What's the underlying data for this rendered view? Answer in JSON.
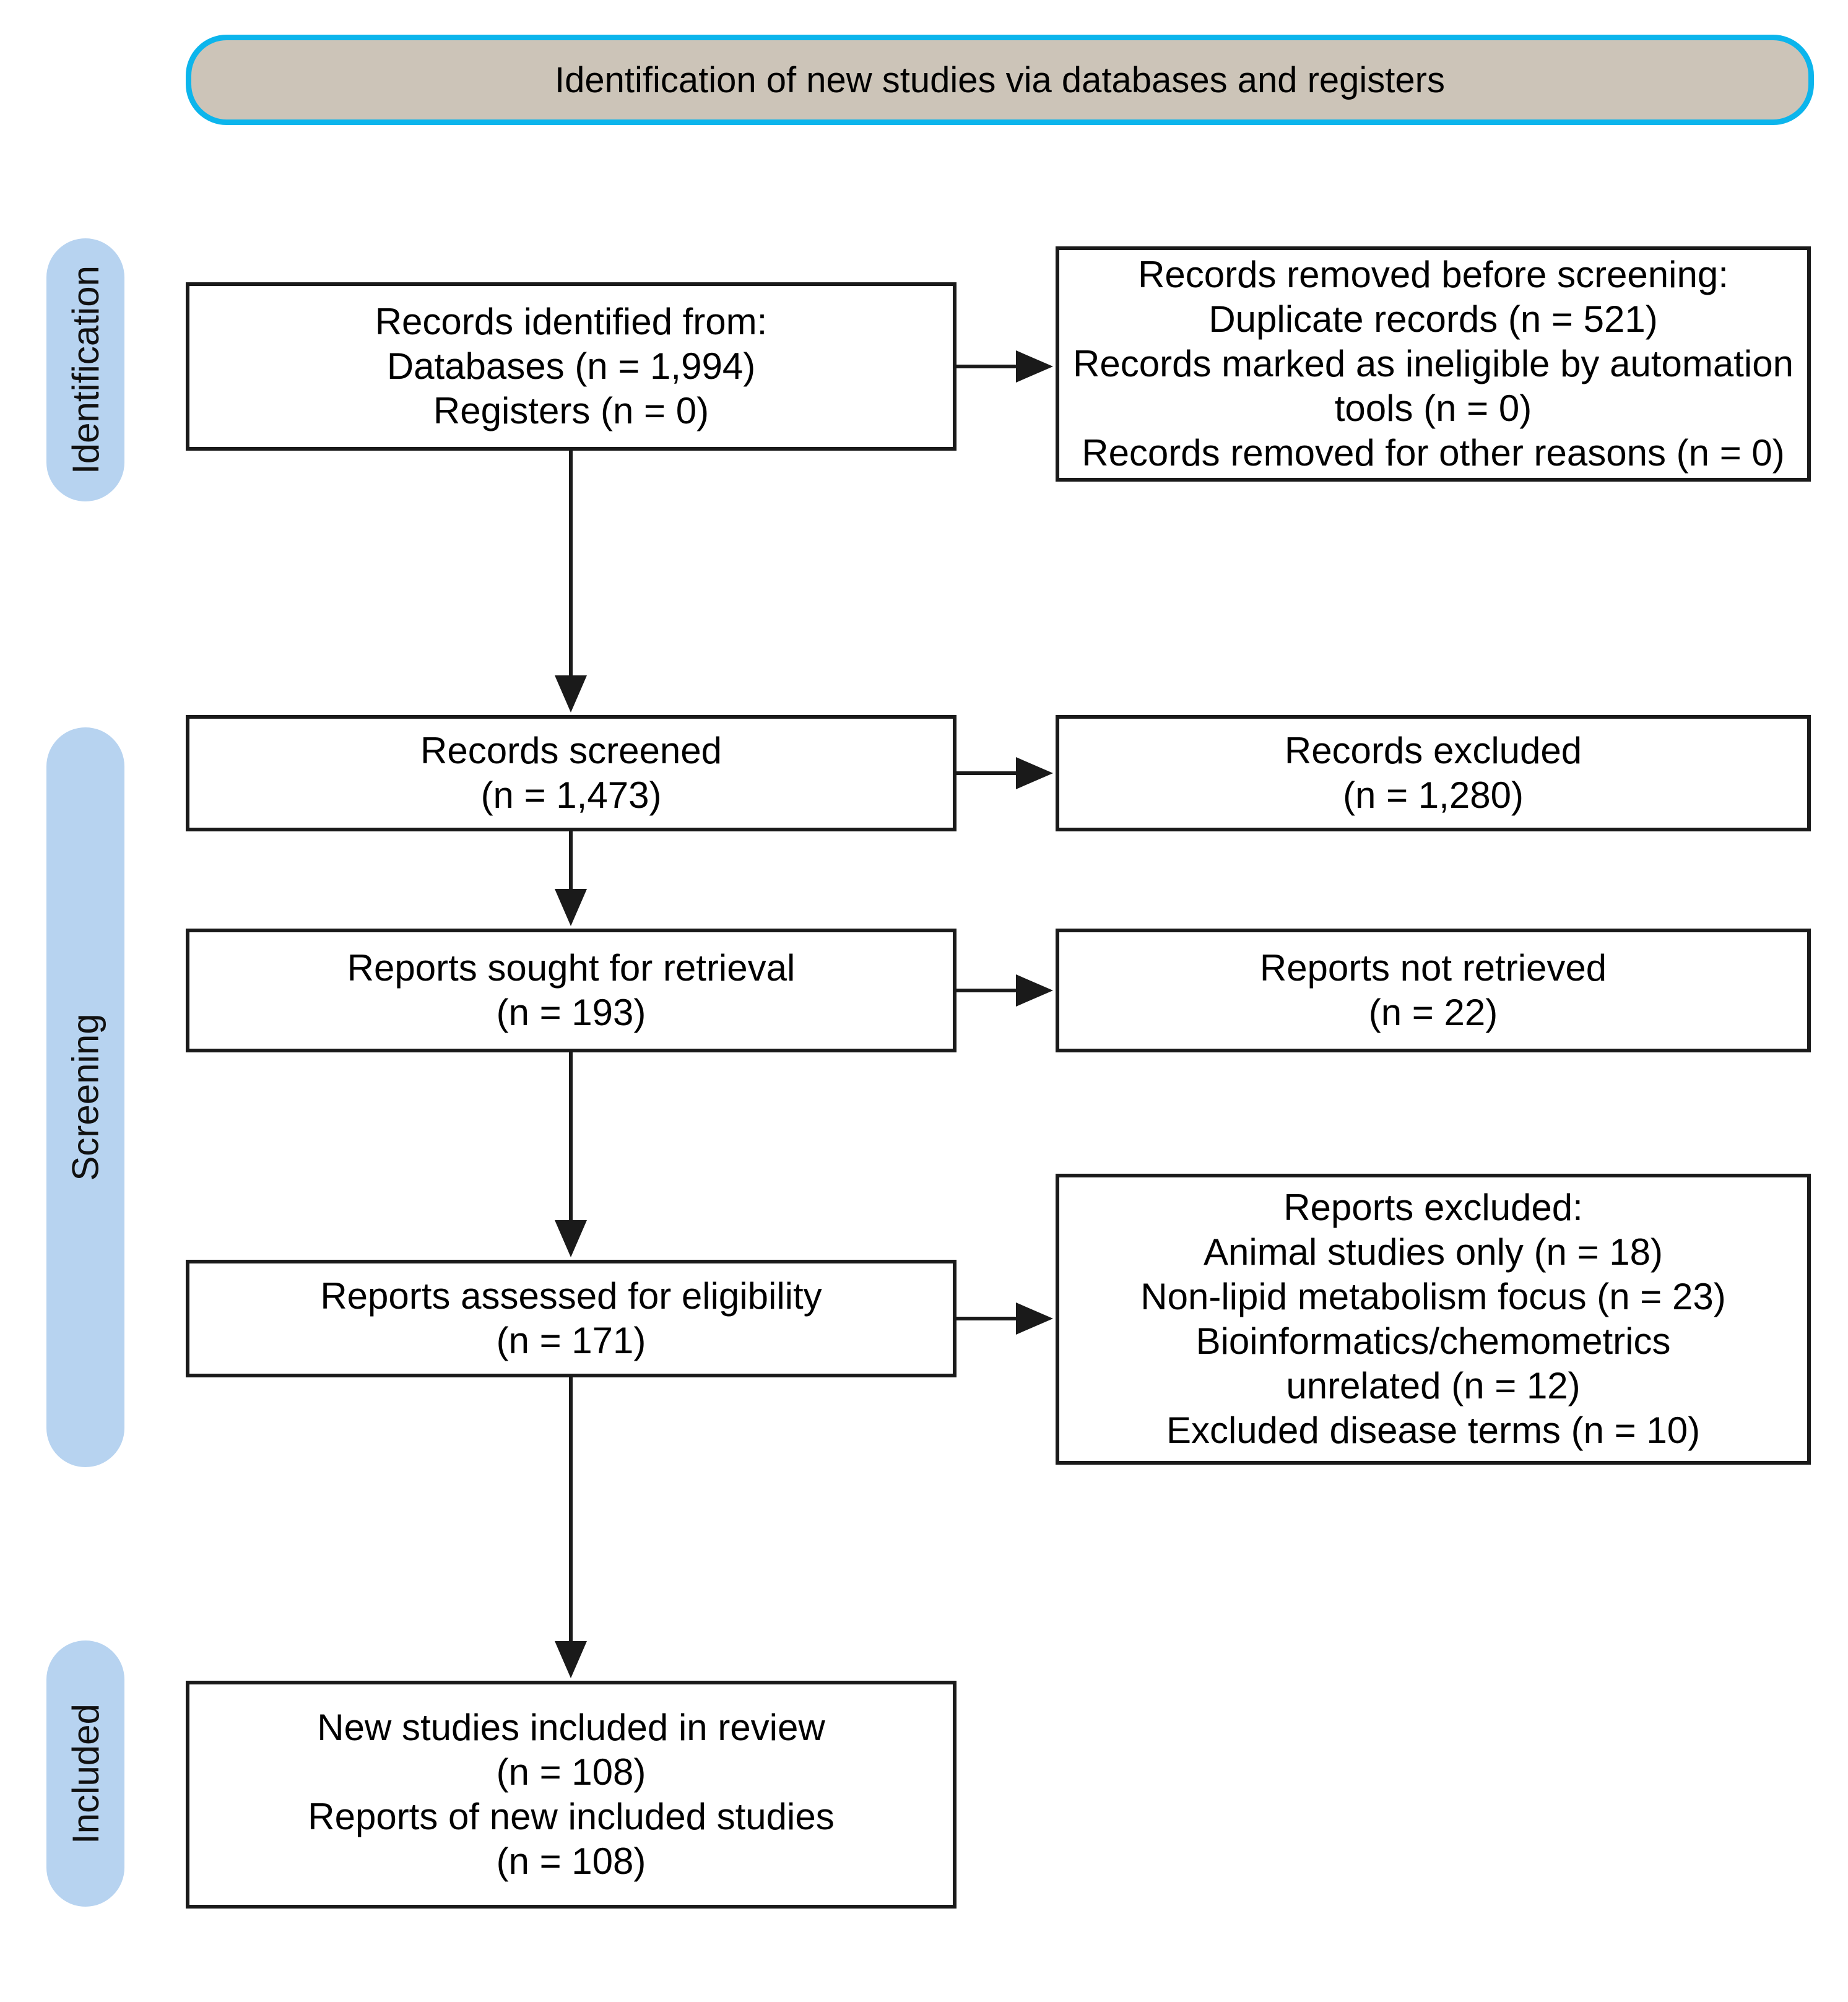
{
  "banner": {
    "title": "Identification of new studies via databases and registers"
  },
  "stages": {
    "identification": "Identification",
    "screening": "Screening",
    "included": "Included"
  },
  "boxes": {
    "records_identified": {
      "lines": [
        "Records identified from:",
        "Databases (n = 1,994)",
        "Registers (n = 0)"
      ]
    },
    "records_removed": {
      "lines": [
        "Records removed before screening:",
        "Duplicate records (n = 521)",
        "Records marked as ineligible by automation",
        "tools (n = 0)",
        "Records removed for other reasons (n = 0)"
      ]
    },
    "records_screened": {
      "lines": [
        "Records screened",
        "(n = 1,473)"
      ]
    },
    "records_excluded": {
      "lines": [
        "Records excluded",
        "(n = 1,280)"
      ]
    },
    "reports_sought": {
      "lines": [
        "Reports sought for retrieval",
        "(n = 193)"
      ]
    },
    "reports_not_retrieved": {
      "lines": [
        "Reports not retrieved",
        "(n = 22)"
      ]
    },
    "reports_assessed": {
      "lines": [
        "Reports assessed for eligibility",
        "(n = 171)"
      ]
    },
    "reports_excluded": {
      "lines": [
        "Reports excluded:",
        "Animal studies only (n = 18)",
        "Non-lipid metabolism focus (n = 23)",
        "Bioinformatics/chemometrics",
        "unrelated (n = 12)",
        "Excluded disease terms (n = 10)"
      ]
    },
    "new_studies": {
      "lines": [
        "New studies included in review",
        "(n = 108)",
        "Reports of new included studies",
        "(n = 108)"
      ]
    }
  },
  "colors": {
    "background": "#ffffff",
    "banner_fill": "#ccc4b8",
    "banner_border": "#0cb5ec",
    "stage_pill_fill": "#b7d3f0",
    "box_border": "#1a1a1a",
    "arrow_color": "#1a1a1a",
    "text_color": "#000000"
  }
}
